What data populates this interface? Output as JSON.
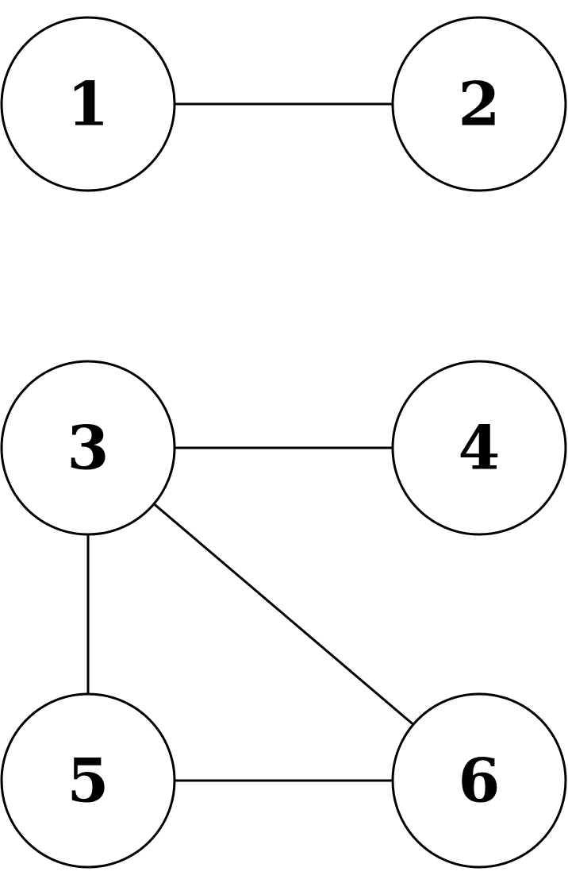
{
  "graph": {
    "nodes": [
      {
        "id": "1",
        "label": "1"
      },
      {
        "id": "2",
        "label": "2"
      },
      {
        "id": "3",
        "label": "3"
      },
      {
        "id": "4",
        "label": "4"
      },
      {
        "id": "5",
        "label": "5"
      },
      {
        "id": "6",
        "label": "6"
      }
    ],
    "edges": [
      {
        "from": "1",
        "to": "2"
      },
      {
        "from": "3",
        "to": "4"
      },
      {
        "from": "3",
        "to": "5"
      },
      {
        "from": "3",
        "to": "6"
      },
      {
        "from": "5",
        "to": "6"
      }
    ],
    "colors": {
      "stroke": "#000000",
      "fill": "#ffffff",
      "text": "#000000"
    }
  }
}
